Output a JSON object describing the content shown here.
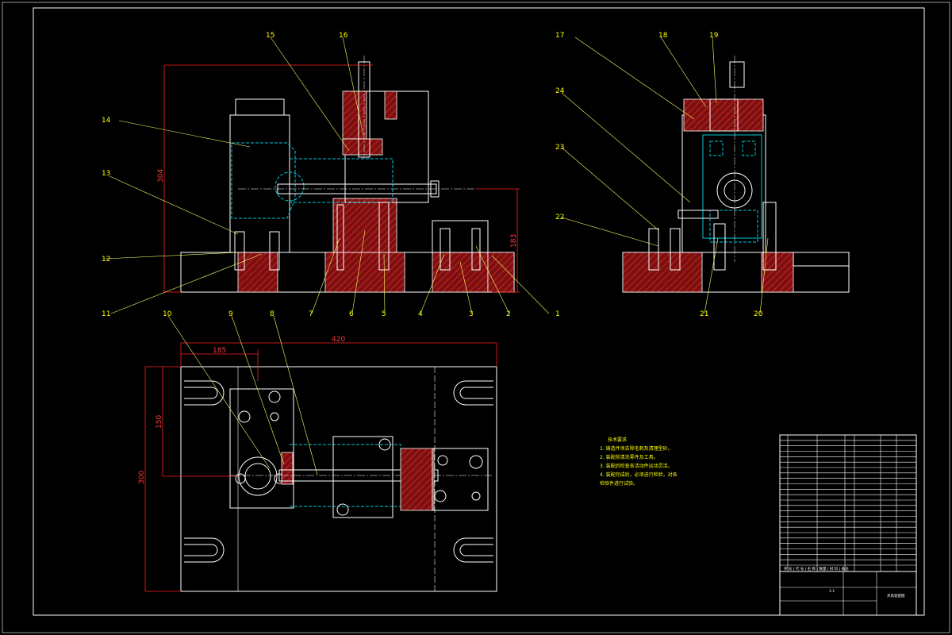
{
  "front_view": {
    "part_labels": [
      "15",
      "16",
      "14",
      "13",
      "12",
      "11",
      "7",
      "6",
      "5",
      "4",
      "3",
      "2",
      "1"
    ],
    "dimensions": [
      "304",
      "183"
    ]
  },
  "side_view": {
    "part_labels": [
      "17",
      "18",
      "19",
      "24",
      "23",
      "22",
      "21",
      "20"
    ]
  },
  "top_view": {
    "part_labels": [
      "10",
      "9",
      "8"
    ],
    "dimensions": [
      "420",
      "185",
      "150",
      "300"
    ]
  },
  "tech_requirements": {
    "title": "技术要求",
    "lines": [
      "1. 铸造件须去除毛刺及清理型砂。",
      "2. 装配前清洗零件及工具。",
      "3. 装配后检查各活动件运动灵活。",
      "4. 装配完成后，必须进行检验，对各",
      "检验件进行试验。"
    ]
  },
  "parts_list": {
    "footer": "序 号 | 代 号 | 名 称 | 数量 | 材 料 | 备注",
    "row_count": 24
  },
  "title_block": {
    "drawing_name": "夹具装配图",
    "scale": "1:1"
  },
  "colors": {
    "outline": "#ffffff",
    "leader_labels": "#ffff00",
    "hidden_lines": "#00c8d8",
    "dimensions": "#ff3b3b",
    "background": "#000000"
  }
}
